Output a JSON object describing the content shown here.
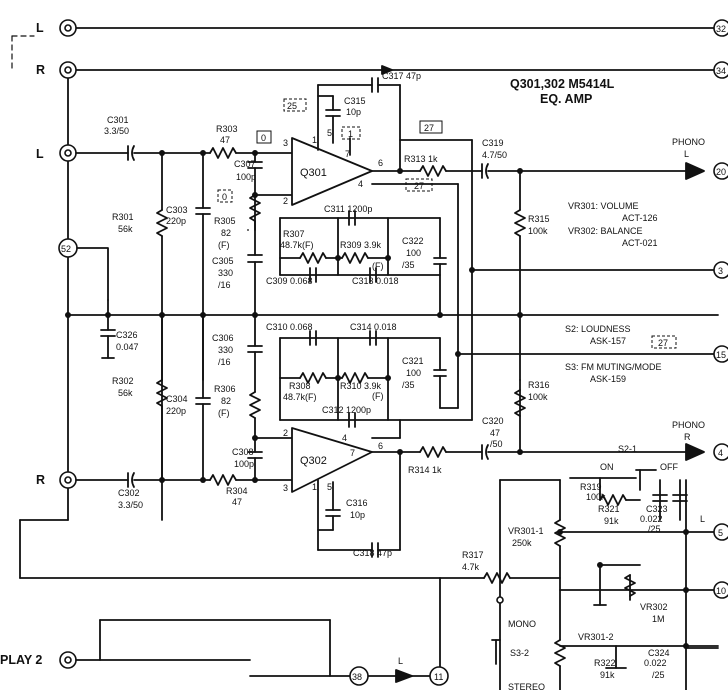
{
  "title": {
    "line1": "Q301,302  M5414L",
    "line2": "EQ. AMP"
  },
  "jacks": {
    "l_top": "L",
    "r_top": "R",
    "l_in": "L",
    "r_in": "R",
    "play2": "PLAY 2"
  },
  "node_52": "52",
  "node_11": "11",
  "node_38": "38",
  "phono_l_label": "L",
  "out_l": "L",
  "phono": {
    "left": "PHONO",
    "left_ch": "L",
    "right": "PHONO",
    "right_ch": "R"
  },
  "edge_nodes": [
    "32",
    "34",
    "20",
    "3",
    "15",
    "4",
    "5",
    "10"
  ],
  "vr_notes": {
    "vr301_a": "VR301:  VOLUME",
    "vr301_b": "ACT-126",
    "vr302_a": "VR302:  BALANCE",
    "vr302_b": "ACT-021"
  },
  "switch_notes": {
    "s2_a": "S2: LOUDNESS",
    "s2_b": "ASK-157",
    "s3_a": "S3: FM MUTING/MODE",
    "s3_b": "ASK-159"
  },
  "boxes": {
    "b25": "25",
    "b1": "1",
    "b27a": "27",
    "b27b": "27",
    "b27c": "27",
    "b0a": "0",
    "b0b": "0"
  },
  "parts": {
    "c301": "C301",
    "c301v": "3.3/50",
    "r303": "R303",
    "r303v": "47",
    "c307": "C307",
    "c307v": "100p",
    "c317": "C317  47p",
    "c315": "C315",
    "c315v": "10p",
    "q301": "Q301",
    "q302": "Q302",
    "r313": "R313  1k",
    "c319": "C319",
    "c319v": "4.7/50",
    "r315": "R315",
    "r315v": "100k",
    "r301": "R301",
    "r301v": "56k",
    "c303": "C303",
    "c303v": "220p",
    "r305": "R305",
    "r305v": "82",
    "r305f": "(F)",
    "c305": "C305",
    "c305v": "330",
    "c305v2": "/16",
    "c311": "C311  1200p",
    "r307": "R307",
    "r307v": "48.7k(F)",
    "r309": "R309 3.9k",
    "r309f": "(F)",
    "c322": "C322",
    "c322v": "100",
    "c322v2": "/35",
    "c309": "C309  0.068",
    "c313": "C313  0.018",
    "c326": "C326",
    "c326v": "0.047",
    "c310": "C310  0.068",
    "c314": "C314  0.018",
    "c306": "C306",
    "c306v": "330",
    "c306v2": "/16",
    "r308": "R308",
    "r308v": "48.7k(F)",
    "r310": "R310 3.9k",
    "r310f": "(F)",
    "c321": "C321",
    "c321v": "100",
    "c321v2": "/35",
    "c312": "C312  1200p",
    "r302": "R302",
    "r302v": "56k",
    "c304": "C304",
    "c304v": "220p",
    "r306": "R306",
    "r306v": "82",
    "r306f": "(F)",
    "r316": "R316",
    "r316v": "100k",
    "c308": "C308",
    "c308v": "100p",
    "r314": "R314  1k",
    "c320": "C320",
    "c320v": "47",
    "c320v2": "/50",
    "c302": "C302",
    "c302v": "3.3/50",
    "r304": "R304",
    "r304v": "47",
    "c316": "C316",
    "c316v": "10p",
    "c318": "C318  47p",
    "r317": "R317",
    "r317v": "4.7k",
    "s2_1": "S2-1",
    "on": "ON",
    "off": "OFF",
    "r319": "R319",
    "r319v": "100k",
    "r321": "R321",
    "r321v": "91k",
    "c323": "C323",
    "c323v": "0.022",
    "c323v2": "/25",
    "vr301_1": "VR301-1",
    "vr301_1v": "250k",
    "vr302": "VR302",
    "vr302v": "1M",
    "vr301_2": "VR301-2",
    "r322": "R322",
    "r322v": "91k",
    "c324": "C324",
    "c324v": "0.022",
    "c324v2": "/25",
    "mono": "MONO",
    "s3_2": "S3-2",
    "stereo": "STEREO"
  },
  "pins": {
    "p3a": "3",
    "p1a": "1",
    "p5a": "5",
    "p7a": "7",
    "p6a": "6",
    "p4a": "4",
    "p2a": "2",
    "p2b": "2",
    "p4b": "4",
    "p7b": "7",
    "p6b": "6",
    "p3b": "3",
    "p1b": "1",
    "p5b": "5"
  }
}
